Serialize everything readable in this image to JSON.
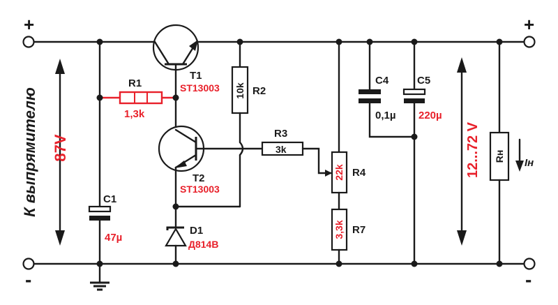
{
  "colors": {
    "ink": "#1a1a1a",
    "accent": "#e8202a",
    "background": "#ffffff"
  },
  "terminals": {
    "plus": "+",
    "minus": "-"
  },
  "input": {
    "label": "К выпрямителю",
    "voltage": "87V"
  },
  "output": {
    "voltage": "12...72 V",
    "load": "Rн",
    "current": "Iн"
  },
  "components": {
    "r1": {
      "ref": "R1",
      "value": "1,3k"
    },
    "r2": {
      "ref": "R2",
      "value": "10k"
    },
    "r3": {
      "ref": "R3",
      "value": "3k"
    },
    "r4": {
      "ref": "R4",
      "value": "22k"
    },
    "r7": {
      "ref": "R7",
      "value": "3,3k"
    },
    "c1": {
      "ref": "C1",
      "value": "47µ"
    },
    "c4": {
      "ref": "C4",
      "value": "0,1µ"
    },
    "c5": {
      "ref": "C5",
      "value": "220µ"
    },
    "t1": {
      "ref": "T1",
      "value": "ST13003"
    },
    "t2": {
      "ref": "T2",
      "value": "ST13003"
    },
    "d1": {
      "ref": "D1",
      "value": "Д814В"
    }
  }
}
